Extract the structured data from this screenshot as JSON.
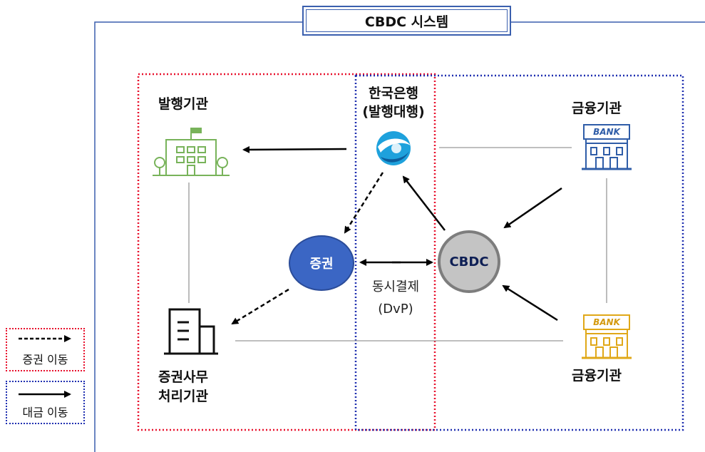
{
  "title": "CBDC 시스템",
  "nodes": {
    "issuer": "발행기관",
    "bok_line1": "한국은행",
    "bok_line2": "(발행대행)",
    "fin_top": "금융기관",
    "fin_bottom": "금융기관",
    "depository_line1": "증권사무",
    "depository_line2": "처리기관",
    "securities": "증권",
    "cbdc": "CBDC",
    "bank_sign_top": "BANK",
    "bank_sign_bottom": "BANK"
  },
  "dvp": {
    "line1": "동시결제",
    "line2": "(DvP)"
  },
  "legend": {
    "securities_move": "증권 이동",
    "cash_move": "대금 이동"
  },
  "colors": {
    "red_dotted": "#e8112d",
    "blue_dotted": "#1f2fb0",
    "frame": "#3a5fae",
    "securities_circle": "#3b66c4",
    "cbdc_circle": "#c4c4c4",
    "issuer_icon": "#78b35a",
    "bank_top": "#2f5da8",
    "bank_bottom": "#e0a818"
  }
}
